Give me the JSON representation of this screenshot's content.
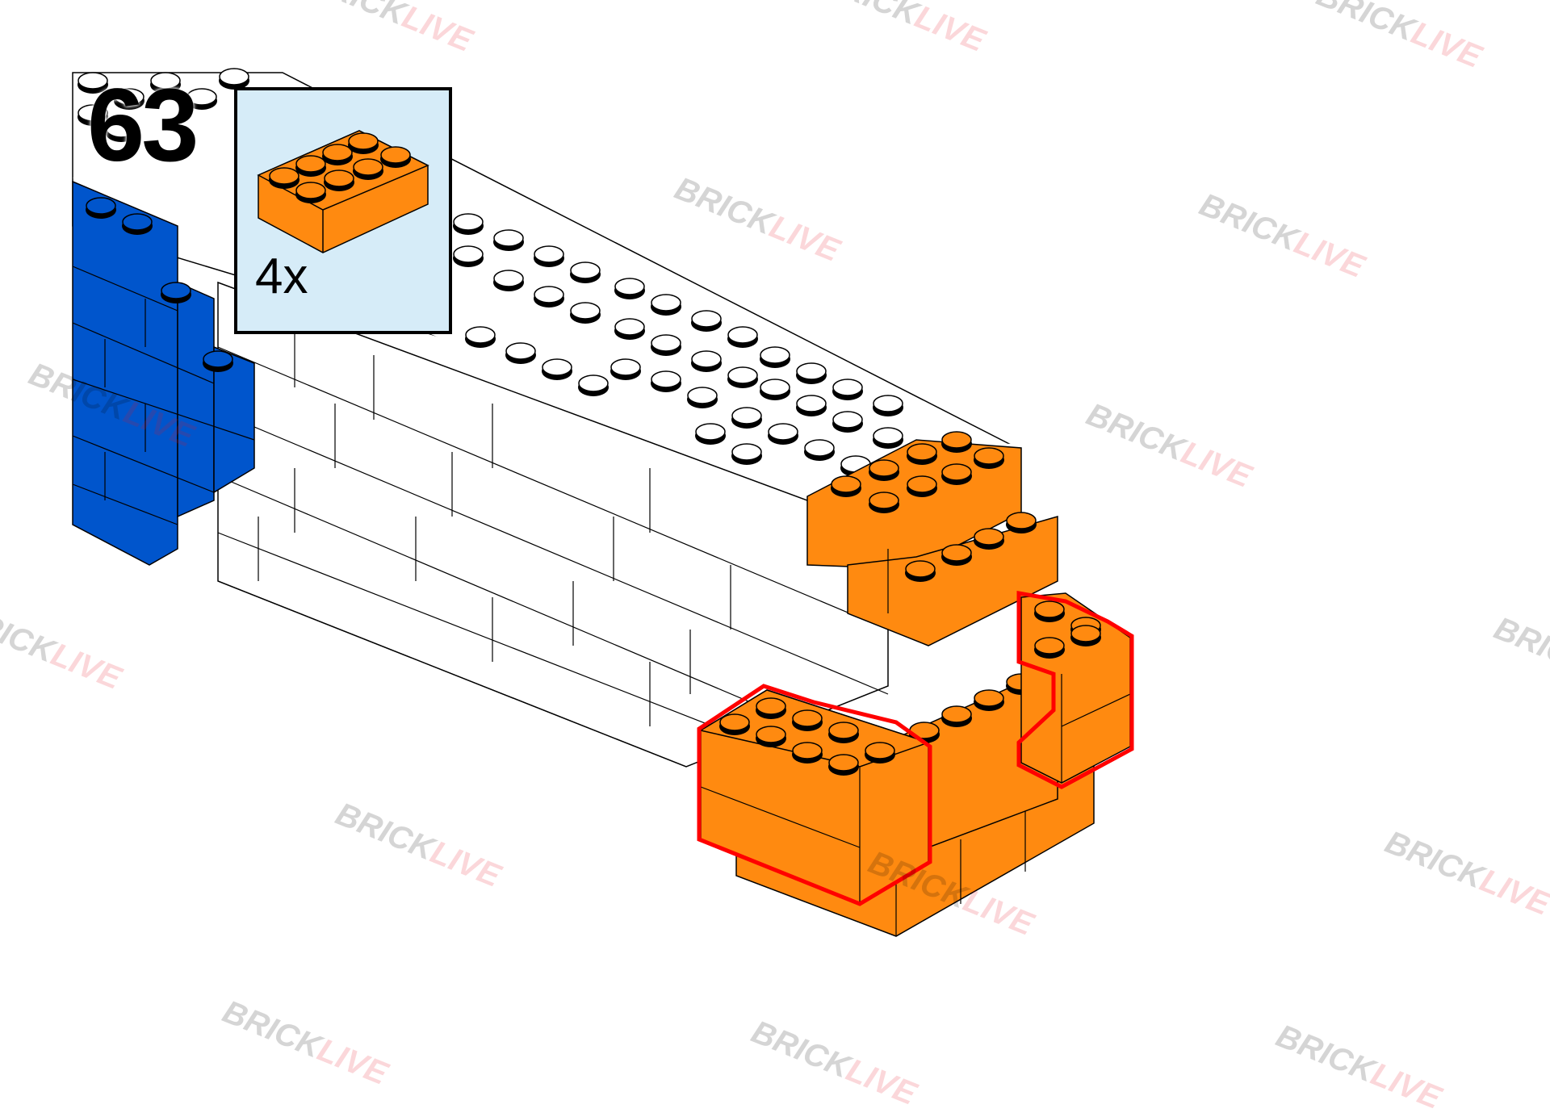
{
  "step": {
    "number": "63"
  },
  "parts": [
    {
      "quantity": "4x",
      "color": "#ff8a10",
      "part": "2x4 brick"
    }
  ],
  "watermark": {
    "part1": "BRICK",
    "part2": "LIVE"
  },
  "colors": {
    "orange": "#ff8a10",
    "blue": "#0055cc",
    "white": "#ffffff",
    "highlight": "#ff0000",
    "callout_bg": "#d6ecf8"
  }
}
